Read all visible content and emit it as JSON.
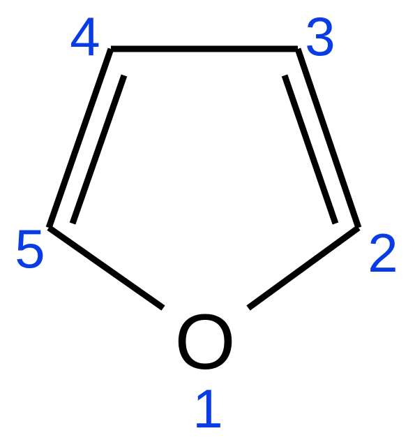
{
  "molecule": {
    "heteroatom": "O",
    "locants": [
      "1",
      "2",
      "3",
      "4",
      "5"
    ]
  },
  "colors": {
    "bond": "#000000",
    "atom_label": "#000000",
    "locant": "#0a3ce6"
  }
}
